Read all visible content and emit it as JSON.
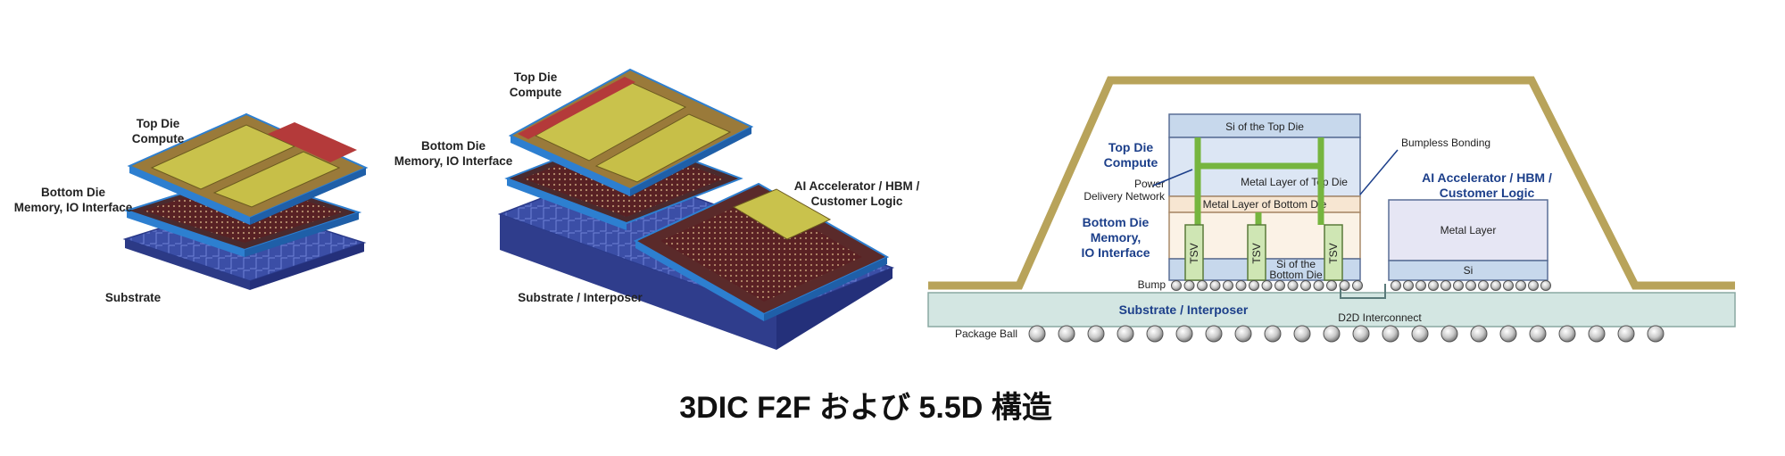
{
  "left_diagram": {
    "top_die": [
      "Top Die",
      "Compute"
    ],
    "bottom_die": [
      "Bottom Die",
      "Memory, IO Interface"
    ],
    "substrate": "Substrate"
  },
  "middle_diagram": {
    "top_die": [
      "Top Die",
      "Compute"
    ],
    "bottom_die": [
      "Bottom Die",
      "Memory, IO Interface"
    ],
    "ai_accelerator": [
      "AI Accelerator / HBM /",
      "Customer Logic"
    ],
    "substrate": "Substrate / Interposer"
  },
  "cross_section": {
    "si_top_die": "Si of the Top Die",
    "top_die_compute": [
      "Top Die",
      "Compute"
    ],
    "power_delivery": [
      "Power",
      "Delivery Network"
    ],
    "metal_top_die": "Metal Layer of Top Die",
    "metal_bottom_die": "Metal Layer of Bottom Die",
    "bottom_die": [
      "Bottom Die",
      "Memory,",
      "IO Interface"
    ],
    "tsv": "TSV",
    "si_bottom_die": [
      "Si of the",
      "Bottom Die"
    ],
    "bump": "Bump",
    "bumpless_bonding": "Bumpless Bonding",
    "ai_accelerator": [
      "AI Accelerator / HBM /",
      "Customer Logic"
    ],
    "metal_layer": "Metal Layer",
    "si": "Si",
    "substrate_interposer": "Substrate / Interposer",
    "d2d": "D2D Interconnect",
    "package_ball": "Package Ball"
  },
  "caption": "3DIC F2F および 5.5D 構造",
  "colors": {
    "lid": "#b8a35a",
    "substrate_fill": "#d3e6e2",
    "si_fill": "#c7d8ec",
    "metal_top_fill": "#dce6f4",
    "metal_bottom_fill": "#f7e6d2",
    "tsv_fill": "#cfe6b4",
    "pdn_green": "#76b53f",
    "label_blue": "#1c3f8a",
    "chip_blue": "#3a4fa8"
  }
}
